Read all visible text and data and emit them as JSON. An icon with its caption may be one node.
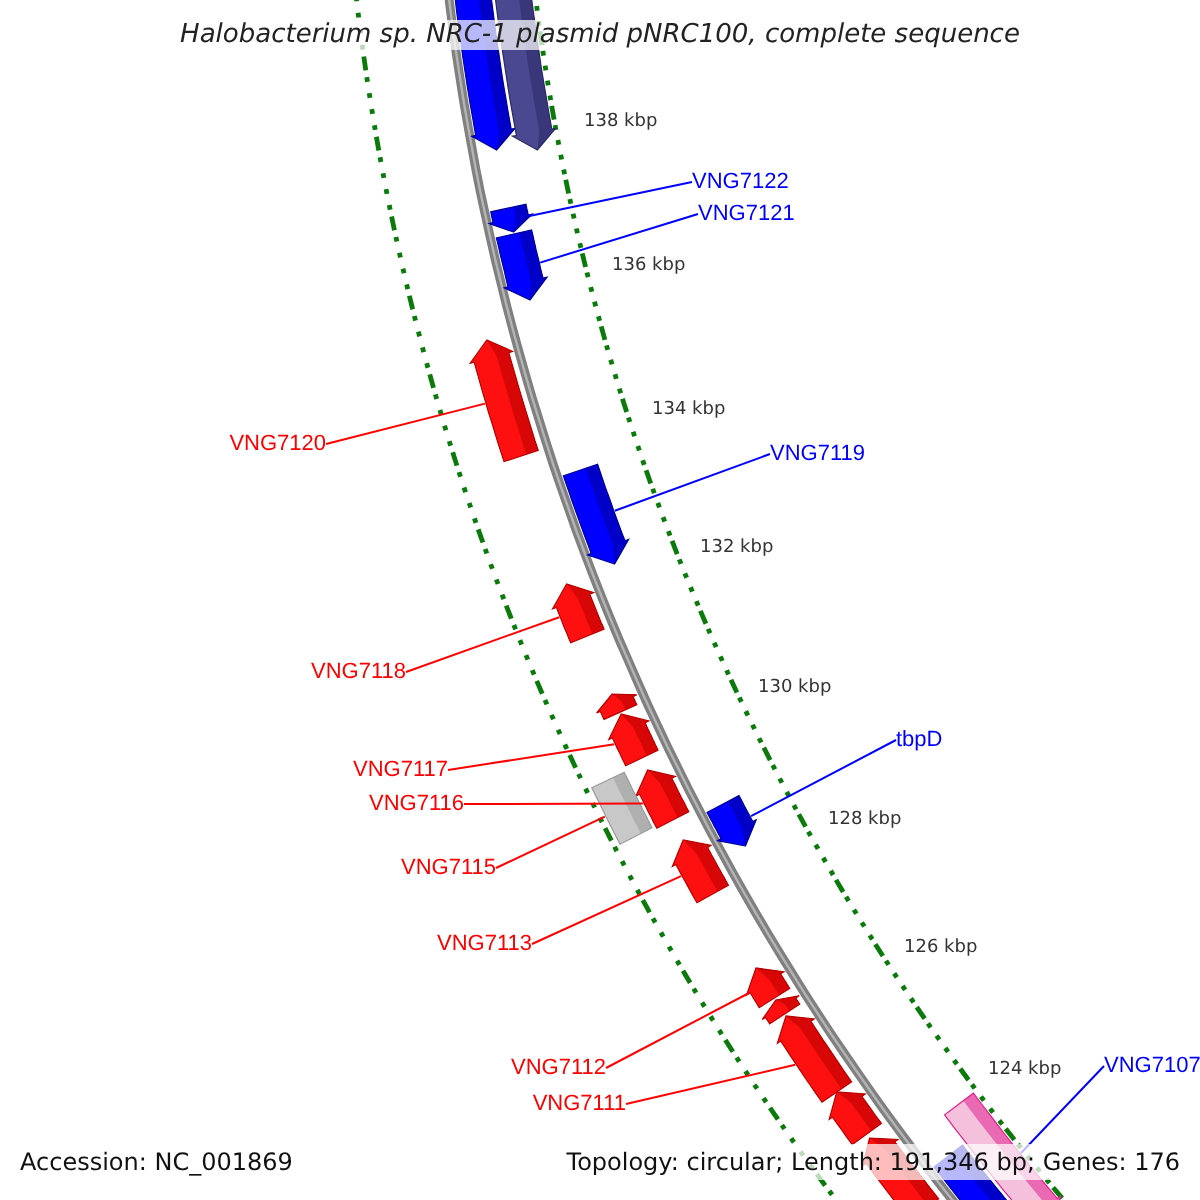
{
  "diagram": {
    "title": "Halobacterium sp. NRC-1 plasmid pNRC100, complete sequence",
    "nodes": [
      {
        "text": [
          "VNG7122"
        ]
      },
      {
        "text": [
          "VNG7121"
        ]
      },
      {
        "text": [
          "VNG7120"
        ]
      },
      {
        "text": [
          "VNG7119"
        ]
      },
      {
        "text": [
          "VNG7118"
        ]
      },
      {
        "text": [
          "VNG7117"
        ]
      },
      {
        "text": [
          "VNG7116"
        ]
      },
      {
        "text": [
          "tbpD"
        ]
      },
      {
        "text": [
          "VNG7115"
        ]
      },
      {
        "text": [
          "VNG7113"
        ]
      },
      {
        "text": [
          "VNG7112"
        ]
      },
      {
        "text": [
          "VNG7111"
        ]
      },
      {
        "text": [
          "VNG7107"
        ]
      },
      {
        "text": [],
        "shape": "arrow"
      },
      {
        "text": [],
        "shape": "arrow"
      },
      {
        "text": [],
        "shape": "arrow"
      },
      {
        "text": [],
        "shape": "arrow"
      },
      {
        "text": [],
        "shape": "arrow"
      },
      {
        "text": [],
        "shape": "arrow"
      },
      {
        "text": [],
        "shape": "arrow"
      },
      {
        "text": [],
        "shape": "arrow"
      },
      {
        "text": [],
        "shape": "arrow"
      },
      {
        "text": [],
        "shape": "arrow"
      },
      {
        "text": [],
        "shape": "arrow"
      },
      {
        "text": [],
        "shape": "arrow"
      },
      {
        "text": [],
        "shape": "arrow"
      },
      {
        "text": [],
        "shape": "arrow"
      },
      {
        "text": [],
        "shape": "arrow"
      },
      {
        "text": [],
        "shape": "arrow"
      },
      {
        "text": [],
        "shape": "arrow"
      },
      {
        "text": [],
        "shape": "arrow"
      },
      {
        "text": [],
        "shape": "arrow"
      },
      {
        "text": [],
        "shape": "arrow"
      }
    ],
    "edges": [
      {
        "from": 0,
        "to": 15,
        "arrow": "none",
        "color": "#0000ff"
      },
      {
        "from": 1,
        "to": 16,
        "arrow": "none",
        "color": "#0000ff"
      },
      {
        "from": 2,
        "to": 17,
        "arrow": "none"
      },
      {
        "from": 3,
        "to": 18,
        "arrow": "none",
        "color": "#0000ff"
      },
      {
        "from": 4,
        "to": 19,
        "arrow": "none"
      },
      {
        "from": 5,
        "to": 21,
        "arrow": "none"
      },
      {
        "from": 6,
        "to": 22,
        "arrow": "none"
      },
      {
        "from": 7,
        "to": 24,
        "arrow": "none",
        "color": "#0000ff"
      },
      {
        "from": 8,
        "to": 23,
        "arrow": "none"
      },
      {
        "from": 9,
        "to": 25,
        "arrow": "none"
      },
      {
        "from": 10,
        "to": 26,
        "arrow": "none"
      },
      {
        "from": 11,
        "to": 28,
        "arrow": "none"
      },
      {
        "from": 12,
        "to": 30,
        "arrow": "none",
        "color": "#0000ff"
      }
    ],
    "labels": [
      "138 kbp",
      "136 kbp",
      "134 kbp",
      "132 kbp",
      "130 kbp",
      "128 kbp",
      "126 kbp",
      "124 kbp",
      "Accession: NC_001869",
      "Topology: circular; Length: 191,346 bp; Genes: 176"
    ]
  }
}
